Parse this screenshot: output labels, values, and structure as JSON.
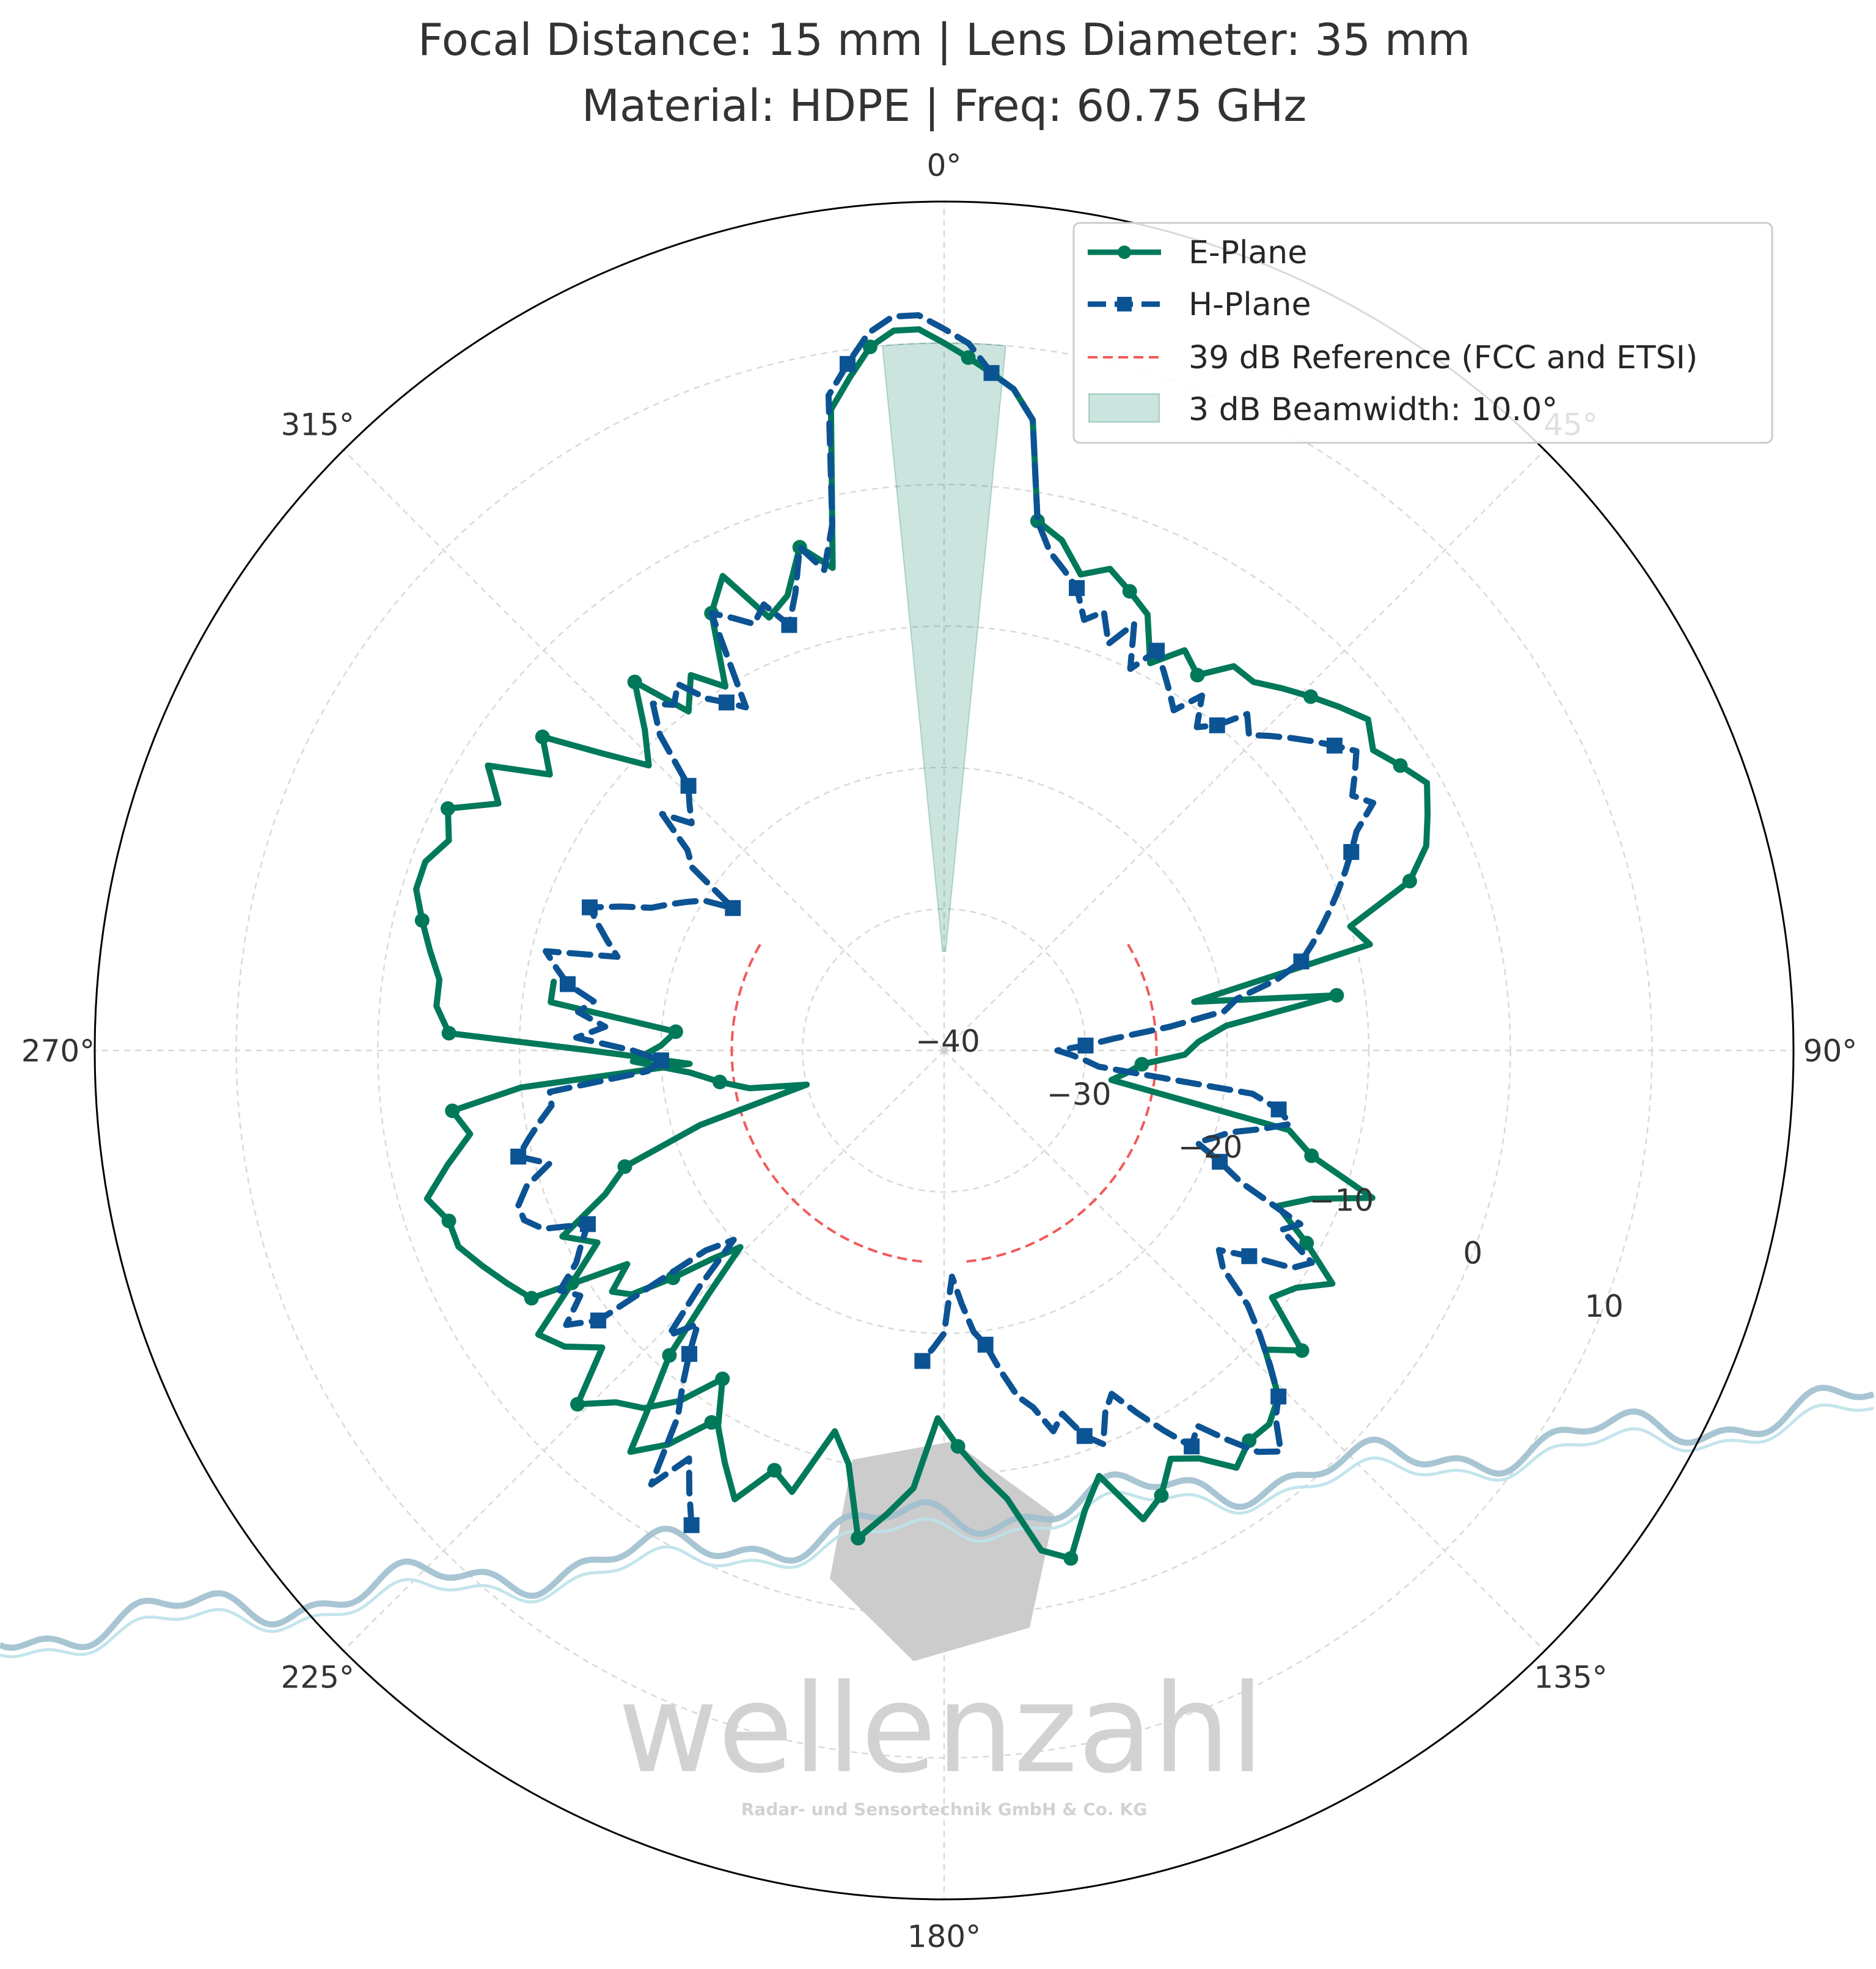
{
  "chart_data": {
    "type": "polar-line",
    "title_lines": [
      "Focal Distance: 15 mm | Lens Diameter: 35 mm",
      "Material: HDPE | Freq: 60.75 GHz"
    ],
    "theta_zero": "top",
    "theta_direction": "clockwise",
    "r_min_db": -40,
    "r_max_db": 20,
    "r_ticks": [
      -40,
      -30,
      -20,
      -10,
      0,
      10
    ],
    "angle_ticks": [
      0,
      45,
      90,
      135,
      180,
      225,
      270,
      315
    ],
    "angle_tick_labels": [
      "0°",
      "45°",
      "90°",
      "135°",
      "180°",
      "225°",
      "270°",
      "315°"
    ],
    "grid": true,
    "legend_position": "top-right",
    "legend": [
      "E-Plane",
      "H-Plane",
      "39 dB Reference (FCC and ETSI)",
      "3 dB Beamwidth: 10.0°"
    ],
    "series": [
      {
        "name": "E-Plane",
        "color": "#00795a",
        "marker": "circle",
        "linestyle": "solid",
        "theta_deg": [
          -148,
          -145,
          -142,
          -140,
          -138,
          -136,
          -134,
          -132,
          -130,
          -128,
          -126,
          -124,
          -121,
          -118,
          -115,
          -112,
          -109,
          -106,
          -103,
          -100,
          -97,
          -95,
          -93,
          -90,
          -88,
          -85,
          -82,
          -79,
          -76,
          -73,
          -70,
          -67,
          -64,
          -61,
          -58,
          -55,
          -52,
          -49,
          -46,
          -43,
          -40,
          -37,
          -34,
          -31,
          -28,
          -25,
          -22,
          -19,
          -16,
          -13,
          -10,
          -8,
          -6,
          -4,
          -2,
          0,
          2,
          4,
          6,
          8,
          10,
          13,
          16,
          19,
          22,
          25,
          28,
          31,
          34,
          37,
          40,
          43,
          46,
          49,
          52,
          55,
          58,
          61,
          64,
          67,
          70,
          73,
          76,
          79,
          82,
          85,
          88,
          91,
          94,
          97,
          100,
          103,
          106,
          109,
          112,
          115,
          118,
          121,
          124,
          127,
          130,
          133,
          136,
          139,
          142,
          145,
          148,
          151,
          154,
          157,
          160,
          163,
          166,
          169,
          172,
          175,
          178,
          181,
          184,
          187,
          190,
          193,
          196,
          199,
          202,
          205,
          208,
          211,
          214,
          217,
          220,
          223,
          226,
          229,
          232,
          235,
          238,
          241,
          244,
          247,
          250,
          253,
          256,
          259,
          262,
          265,
          268,
          271,
          274,
          277,
          280
        ],
        "r_db": [
          -9,
          -6,
          -4,
          -8,
          -11,
          -16,
          -20,
          -18,
          -15,
          -12,
          -11,
          -13,
          -6,
          -5,
          -4,
          -3,
          -3,
          -2,
          -4,
          -6,
          -5,
          -10,
          -22,
          -15,
          -5,
          -4,
          -4,
          -3,
          -2,
          -1,
          -1,
          -2,
          -1,
          -4,
          -2,
          -6,
          -4,
          -8,
          -11,
          -9,
          -6,
          -10,
          -8,
          -10,
          -5,
          -3,
          -7,
          -6,
          -3,
          -5,
          6,
          8,
          10,
          11,
          11,
          10,
          9,
          8,
          7,
          5,
          -2,
          -3,
          -5,
          -4,
          -5,
          -6,
          -9,
          -7,
          -8,
          -6,
          -6,
          -5,
          -4,
          -3,
          -2,
          -3,
          -2,
          -1,
          -2,
          -3,
          -5,
          -10,
          -9,
          -22,
          -12,
          -20,
          -22,
          -23,
          -26,
          -27,
          -28,
          -15,
          -13,
          -8,
          -12,
          -14,
          -11,
          -8,
          -10,
          -11,
          -7,
          -9,
          -6,
          -5,
          -5,
          -4,
          -6,
          -7,
          -5,
          -4,
          -8,
          -6,
          -3,
          -4,
          -8,
          -10,
          -12,
          -14,
          -9,
          -7,
          -5,
          -10,
          -12,
          -7,
          -8,
          -5,
          -7,
          -9,
          -12,
          -9,
          -7,
          -6,
          -4,
          -8,
          -6,
          -5,
          -9,
          -12,
          -10,
          -14,
          -16,
          -22,
          -30,
          -26,
          -24,
          -22,
          -18,
          -20,
          -21,
          -12,
          -12
        ],
        "marker_every": 4
      },
      {
        "name": "H-Plane",
        "color": "#0c5394",
        "marker": "square",
        "linestyle": "dashed",
        "theta_deg": [
          -152,
          -150,
          -148,
          -146,
          -144,
          -142,
          -140,
          -138,
          -136,
          -134,
          -132,
          -130,
          -128,
          -126,
          -124,
          -122,
          -120,
          -118,
          -116,
          -114,
          -112,
          -110,
          -108,
          -106,
          -104,
          -102,
          -100,
          -98,
          -96,
          -94,
          -92,
          -90,
          -88,
          -86,
          -84,
          -82,
          -80,
          -78,
          -76,
          -74,
          -72,
          -70,
          -68,
          -66,
          -64,
          -62,
          -60,
          -58,
          -56,
          -54,
          -52,
          -50,
          -48,
          -46,
          -44,
          -42,
          -40,
          -38,
          -36,
          -34,
          -32,
          -30,
          -28,
          -26,
          -24,
          -22,
          -20,
          -18,
          -16,
          -14,
          -12,
          -10,
          -8,
          -6,
          -4,
          -2,
          0,
          2,
          4,
          6,
          8,
          10,
          12,
          14,
          16,
          18,
          20,
          22,
          24,
          26,
          28,
          30,
          32,
          34,
          36,
          38,
          40,
          42,
          44,
          46,
          48,
          50,
          52,
          54,
          56,
          58,
          60,
          62,
          64,
          66,
          68,
          70,
          72,
          74,
          76,
          78,
          80,
          82,
          84,
          86,
          88,
          90,
          92,
          94,
          96,
          98,
          100,
          102,
          104,
          106,
          108,
          110,
          112,
          114,
          116,
          118,
          120,
          122,
          124,
          126,
          128,
          130,
          132,
          134,
          136,
          138,
          140,
          142,
          144,
          146,
          148,
          150,
          152,
          154,
          156,
          158,
          160,
          162,
          164,
          166,
          168,
          170,
          172,
          174,
          176,
          178,
          180,
          182,
          184
        ],
        "r_db": [
          -2,
          -4,
          -6,
          -3,
          -8,
          -10,
          -12,
          -14,
          -12,
          -16,
          -20,
          -18,
          -9,
          -7,
          -9,
          -8,
          -10,
          -11,
          -12,
          -9,
          -8,
          -8,
          -9,
          -11,
          -9,
          -10,
          -11,
          -12,
          -12,
          -19,
          -20,
          -18,
          -14,
          -16,
          -14,
          -15,
          -13,
          -12,
          -11,
          -16,
          -15,
          -14,
          -13,
          -15,
          -17,
          -18,
          -19,
          -20,
          -22,
          -18,
          -17,
          -14,
          -16,
          -15,
          -14,
          -10,
          -8,
          -9,
          -8,
          -10,
          -11,
          -12,
          -5,
          -6,
          -7,
          -6,
          -8,
          -6,
          -3,
          -5,
          -2,
          7,
          9,
          11,
          12,
          12,
          11,
          10,
          8,
          7,
          5,
          -2,
          -4,
          -5,
          -6,
          -8,
          -7,
          -9,
          -7,
          -10,
          -8,
          -9,
          -10,
          -11,
          -9,
          -11,
          -10,
          -8,
          -9,
          -8,
          -7,
          -6,
          -5,
          -4,
          -5,
          -6,
          -5,
          -7,
          -8,
          -9,
          -10,
          -11,
          -12,
          -13,
          -14,
          -16,
          -19,
          -20,
          -24,
          -28,
          -30,
          -32,
          -31,
          -30,
          -29,
          -18,
          -16,
          -15,
          -17,
          -19,
          -20,
          -21,
          -19,
          -17,
          -12,
          -13,
          -10,
          -11,
          -14,
          -16,
          -15,
          -12,
          -10,
          -8,
          -6,
          -5,
          -3,
          -4,
          -6,
          -8,
          -7,
          -9,
          -11,
          -13,
          -12,
          -10,
          -11,
          -13,
          -12,
          -14,
          -15,
          -17,
          -19,
          -20,
          -22,
          -24,
          -20,
          -19,
          -18
        ],
        "marker_every": 6
      }
    ],
    "reference_line": {
      "name": "39 dB Reference (FCC and ETSI)",
      "r_db": -25,
      "theta_start_deg": 60,
      "theta_end_deg": 300,
      "gap_deg": 6,
      "color": "#f15a5a"
    },
    "beamwidth": {
      "name": "3 dB Beamwidth: 10.0°",
      "value_deg": 10.0,
      "theta_center_deg": 0,
      "r_inner_db": -33,
      "r_outer_db": 10,
      "color": "#00795a"
    }
  },
  "watermark": {
    "company": "wellenzahl",
    "tagline": "Radar- und Sensortechnik GmbH & Co. KG",
    "wave_colors": [
      "#9fbfce",
      "#bde2ea"
    ],
    "hexagon_color": "#cccccc"
  }
}
